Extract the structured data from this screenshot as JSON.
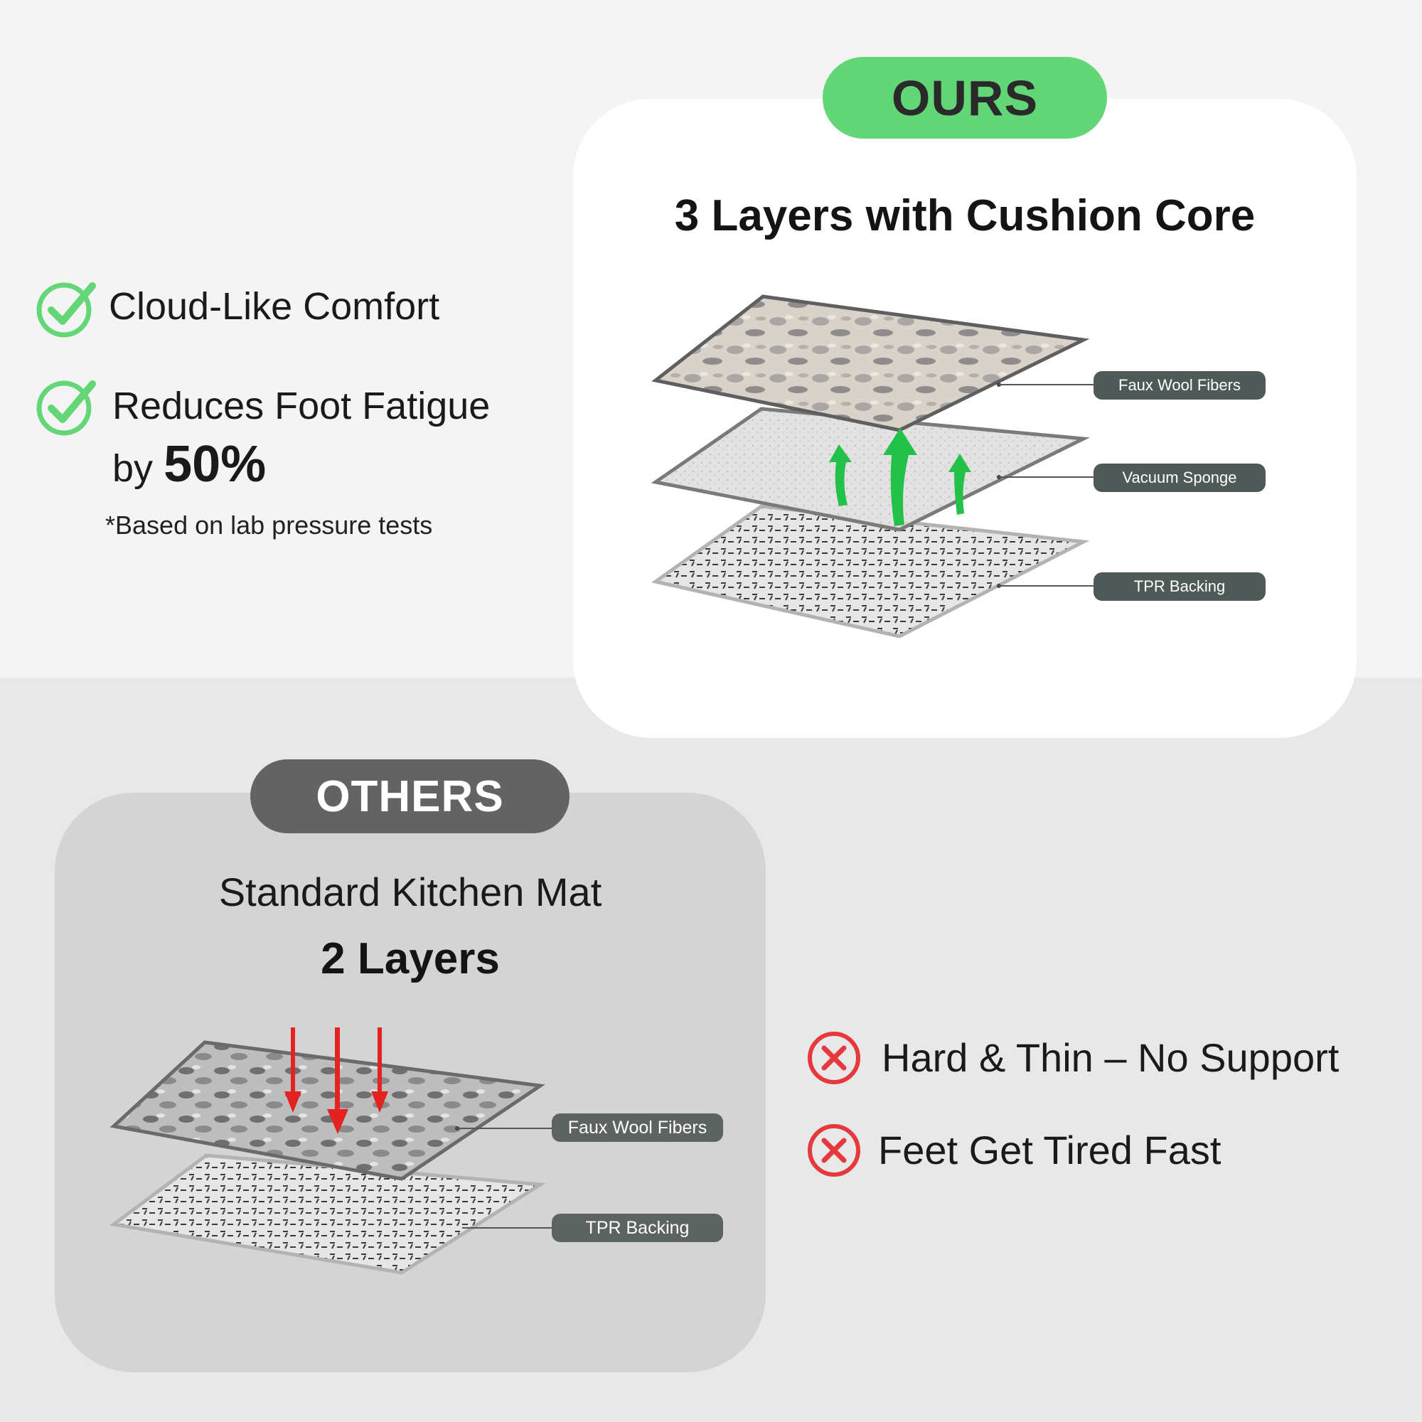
{
  "ours": {
    "badge": "OURS",
    "title": "3 Layers with Cushion Core",
    "layers": [
      "Faux Wool Fibers",
      "Vacuum Sponge",
      "TPR Backing"
    ]
  },
  "others": {
    "badge": "OTHERS",
    "subtitle": "Standard Kitchen Mat",
    "title": "2 Layers",
    "layers": [
      "Faux Wool Fibers",
      "TPR Backing"
    ]
  },
  "benefits": {
    "item1": "Cloud-Like Comfort",
    "item2": "Reduces Foot Fatigue",
    "item2_by": "by",
    "item2_value": "50%",
    "note": "*Based on lab pressure tests"
  },
  "drawbacks": {
    "item1": "Hard & Thin – No Support",
    "item2": "Feet Get Tired Fast"
  },
  "colors": {
    "ours_badge": "#63d677",
    "others_badge": "#636363",
    "check": "#63d677",
    "cross": "#e5393d",
    "arrow_up": "#22c24a",
    "arrow_down": "#e42222"
  },
  "icons": {
    "benefit": "check-circle-icon",
    "drawback": "x-circle-icon",
    "up": "arrow-up-icon",
    "down": "arrow-down-icon"
  }
}
